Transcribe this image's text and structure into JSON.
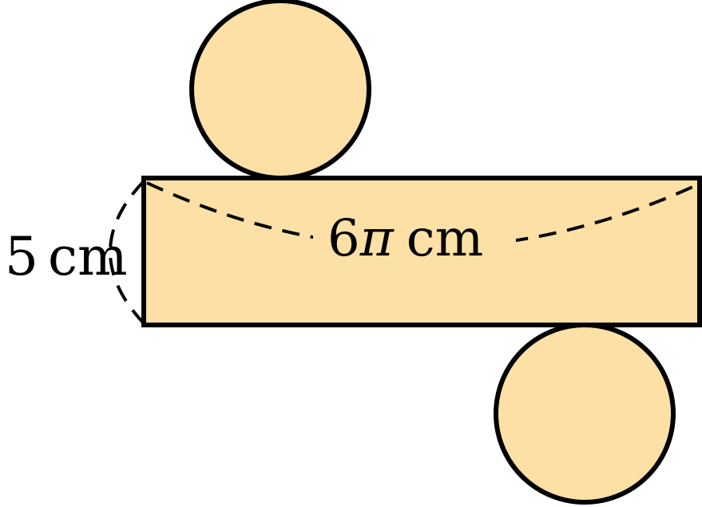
{
  "colors": {
    "fill": "#fce0a5",
    "stroke": "#000000"
  },
  "labels": {
    "height_number": "5",
    "height_unit": "cm",
    "circumference_coeff": "6",
    "circumference_pi": "π",
    "circumference_unit": "cm"
  }
}
